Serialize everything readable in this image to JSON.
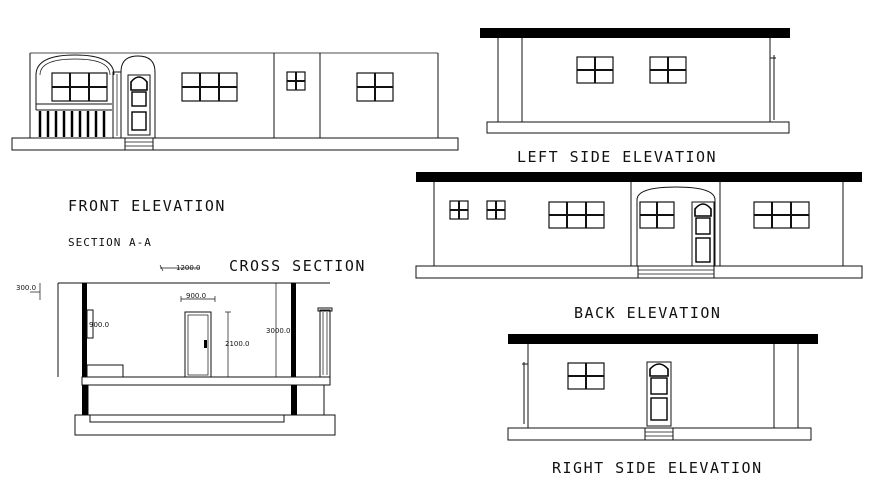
{
  "drawing": {
    "front_elevation_label": "FRONT ELEVATION",
    "left_side_elevation_label": "LEFT SIDE ELEVATION",
    "back_elevation_label": "BACK ELEVATION",
    "right_side_elevation_label": "RIGHT SIDE ELEVATION",
    "section_label": "SECTION A-A",
    "cross_section_label": "CROSS SECTION"
  },
  "dimensions": {
    "d300": "300.0",
    "d1200": "1200.0",
    "d900_top": "900.0",
    "d900_side": "900.0",
    "d2100": "2100.0",
    "d3000": "3000.0"
  },
  "colors": {
    "ink": "#111111",
    "paper": "#ffffff"
  }
}
